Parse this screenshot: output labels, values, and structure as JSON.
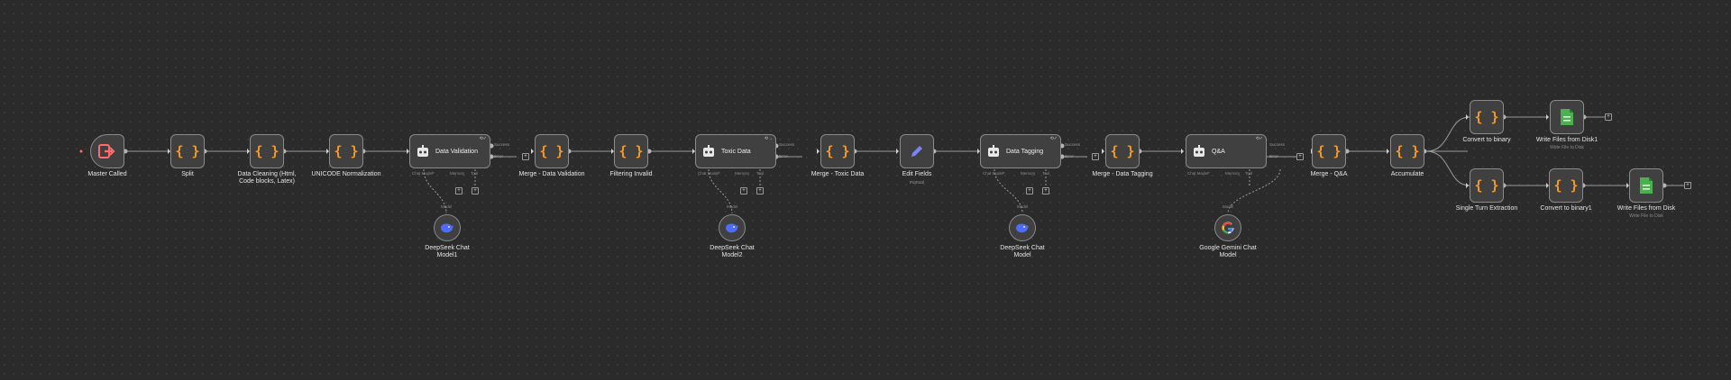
{
  "nodes": {
    "master_called": {
      "label": "Master Called"
    },
    "split": {
      "label": "Split"
    },
    "data_cleaning": {
      "label_line1": "Data Cleaning (Html,",
      "label_line2": "Code blocks, Latex)"
    },
    "unicode_norm": {
      "label": "UNICODE Normalization"
    },
    "data_validation": {
      "label": "Data Validation"
    },
    "merge_data_validation": {
      "label": "Merge - Data Validation"
    },
    "filtering_invalid": {
      "label": "Filtering Invalid"
    },
    "toxic_data": {
      "label": "Toxic Data"
    },
    "merge_toxic_data": {
      "label": "Merge - Toxic Data"
    },
    "edit_fields": {
      "label": "Edit Fields",
      "sublabel": "manual"
    },
    "data_tagging": {
      "label": "Data Tagging"
    },
    "merge_data_tagging": {
      "label": "Merge - Data Tagging"
    },
    "qa": {
      "label": "Q&A"
    },
    "merge_qa": {
      "label": "Merge - Q&A"
    },
    "accumulate": {
      "label": "Accumulate"
    },
    "convert_to_binary": {
      "label": "Convert to binary"
    },
    "write_files_disk1": {
      "label": "Write Files from Disk1",
      "sublabel": "Write File to Disk"
    },
    "single_turn": {
      "label": "Single Turn Extraction"
    },
    "convert_to_binary1": {
      "label": "Convert to binary1"
    },
    "write_files_disk": {
      "label": "Write Files from Disk",
      "sublabel": "Write File to Disk"
    },
    "deepseek1": {
      "label_line1": "DeepSeek Chat",
      "label_line2": "Model1"
    },
    "deepseek2": {
      "label_line1": "DeepSeek Chat",
      "label_line2": "Model2"
    },
    "deepseek": {
      "label_line1": "DeepSeek Chat",
      "label_line2": "Model"
    },
    "gemini": {
      "label_line1": "Google Gemini Chat",
      "label_line2": "Model"
    }
  },
  "agent_ports": {
    "chat_model": "Chat Model*",
    "memory": "Memory",
    "tool": "Tool",
    "model": "Model",
    "success": "Success",
    "error": "Error"
  },
  "icons": {
    "code": "{ }",
    "plus": "+"
  },
  "colors": {
    "background": "#2b2b2b",
    "node_fill": "#404040",
    "node_border": "#8a8a8a",
    "code_accent": "#f39a2b",
    "trigger_accent": "#ff6b6b",
    "edit_accent": "#7b83f5",
    "file_accent": "#4caf50",
    "deepseek_accent": "#4d6bfe"
  }
}
